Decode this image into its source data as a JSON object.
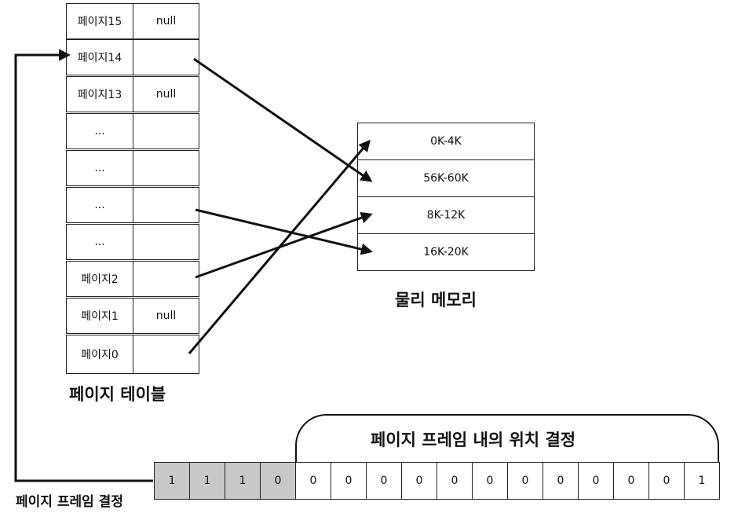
{
  "page_table": {
    "caption": "페이지 테이블",
    "rows": [
      {
        "page": "페이지15",
        "frame": "null"
      },
      {
        "page": "페이지14",
        "frame": ""
      },
      {
        "page": "페이지13",
        "frame": "null"
      },
      {
        "page": "...",
        "frame": ""
      },
      {
        "page": "...",
        "frame": ""
      },
      {
        "page": "...",
        "frame": ""
      },
      {
        "page": "...",
        "frame": ""
      },
      {
        "page": "페이지2",
        "frame": ""
      },
      {
        "page": "페이지1",
        "frame": "null"
      },
      {
        "page": "페이지0",
        "frame": ""
      }
    ]
  },
  "physical_memory": {
    "caption": "물리 메모리",
    "rows": [
      "0K-4K",
      "56K-60K",
      "8K-12K",
      "16K-20K"
    ]
  },
  "address": {
    "frame_bits": [
      "1",
      "1",
      "1",
      "0"
    ],
    "offset_bits": [
      "0",
      "0",
      "0",
      "0",
      "0",
      "0",
      "0",
      "0",
      "0",
      "0",
      "0",
      "1"
    ],
    "frame_caption": "페이지 프레임 결정",
    "offset_caption": "페이지 프레임 내의 위치 결정"
  }
}
